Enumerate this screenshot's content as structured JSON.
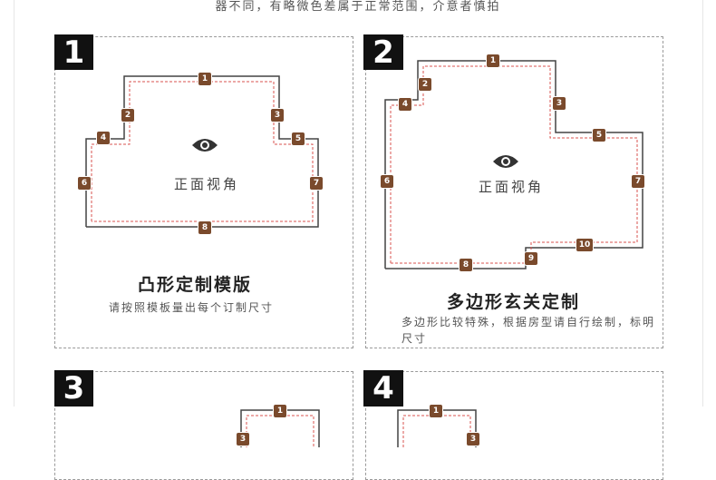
{
  "top_note": "器不同，有略微色差属于正常范围，介意者慎拍",
  "panels": [
    {
      "badge": "1",
      "view_label": "正面视角",
      "title": "凸形定制模版",
      "desc": "请按照模板量出每个订制尺寸",
      "marks": [
        "1",
        "2",
        "3",
        "4",
        "5",
        "6",
        "7",
        "8"
      ]
    },
    {
      "badge": "2",
      "view_label": "正面视角",
      "title": "多边形玄关定制",
      "desc": "多边形比较特殊，根据房型请自行绘制，标明尺寸",
      "marks": [
        "1",
        "2",
        "3",
        "4",
        "5",
        "6",
        "7",
        "8",
        "9",
        "10"
      ]
    },
    {
      "badge": "3",
      "marks": [
        "1",
        "3"
      ]
    },
    {
      "badge": "4",
      "marks": [
        "1",
        "3"
      ]
    }
  ],
  "colors": {
    "mark_bg": "#7a4a2c",
    "dash_red": "#d9534f",
    "outline": "#444444",
    "badge_bg": "#111111"
  }
}
